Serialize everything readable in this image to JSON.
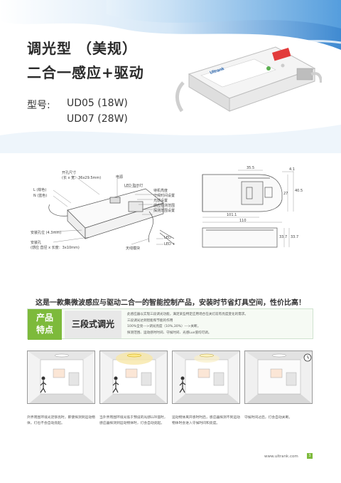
{
  "header": {
    "title_line1": "调光型 （美规）",
    "title_line2": "二合一感应+驱动",
    "model_label": "型号:",
    "model_1": "UD05 (18W)",
    "model_2": "UD07 (28W)",
    "product_brand": "Ultrank"
  },
  "diagram": {
    "labels": {
      "hole_size": "开孔尺寸",
      "hole_size_detail": "(长 x 宽：36x29.5mm)",
      "power_source": "电源",
      "led_brightness": "LED 指示灯",
      "standby_brightness": "待机亮度",
      "hold_time": "守候时间设置",
      "light_threshold": "光感设置",
      "detection_range": "感应检测范围",
      "detection_set": "探测范围设置",
      "l_live": "L (棕色)",
      "n_neutral": "N (蓝色)",
      "install_hole": "安装孔位 (4.3mm)",
      "install_hole2": "安装孔",
      "install_hole2_detail": "(感应 直径 x 长度：3x10mm)",
      "antenna_module": "天线模块",
      "led_minus": "LED -",
      "led_plus": "LED +"
    },
    "dims": {
      "d1": "35.5",
      "d2": "101.1",
      "d3": "110",
      "d4": "4.1",
      "d5": "27",
      "d6": "40.5",
      "d7": "33.7",
      "d8": "33.7"
    }
  },
  "headline": "这是一款集微波感应与驱动二合一的智能控制产品，安装时节省灯具空间，性价比高！",
  "features": {
    "badge_line1": "产品",
    "badge_line2": "特点",
    "title": "三段式调光",
    "lines": [
      "此感应器以实现三段调光功能，满足某些特定应用场合在关灯前有亮度变化的需求。",
      "三段调光达到智能和节能的作用",
      "100%全亮--->调光亮度（10%,30%）--->关断。",
      "探测范围、运动感时时间、守候时间、光感Lux值均可调。"
    ]
  },
  "scenes": [
    {
      "caption": "外界周围环境光足够亮时，即使探测到运动物体，灯也不会自动亮起。"
    },
    {
      "caption": "当外界周围环境光低于预设的光感LUX值时，感应器探测到运动物体时，灯会自动亮起。"
    },
    {
      "caption": "运动物体离开感时时后，感应器探测不到运动物体时会进入守候时间和亮度。"
    },
    {
      "caption": "守候时间过后，灯会自动关断。"
    }
  ],
  "footer": {
    "url": "www.ultrank.com",
    "page": "3"
  },
  "colors": {
    "accent_green": "#7dba3b",
    "banner_blue": "#1a6fc0"
  }
}
